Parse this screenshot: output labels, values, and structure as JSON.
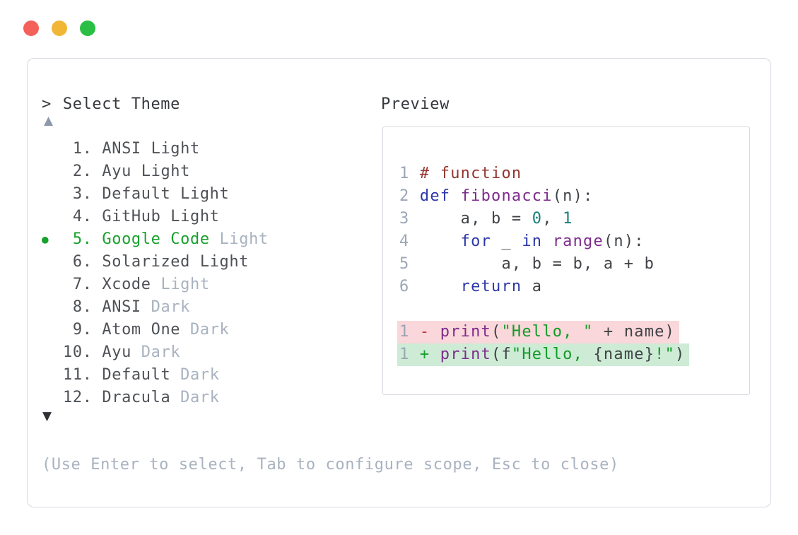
{
  "window": {
    "controls": [
      {
        "name": "close",
        "color": "#f4615a"
      },
      {
        "name": "minimize",
        "color": "#f2b636"
      },
      {
        "name": "zoom",
        "color": "#2abf44"
      }
    ]
  },
  "theme_selector": {
    "prompt_symbol": ">",
    "prompt_label": "Select Theme",
    "scroll_up_symbol": "▲",
    "scroll_down_symbol": "▼",
    "items": [
      {
        "number": "1",
        "name": "ANSI Light",
        "suffix": "",
        "selected": false
      },
      {
        "number": "2",
        "name": "Ayu Light",
        "suffix": "",
        "selected": false
      },
      {
        "number": "3",
        "name": "Default Light",
        "suffix": "",
        "selected": false
      },
      {
        "number": "4",
        "name": "GitHub Light",
        "suffix": "",
        "selected": false
      },
      {
        "number": "5",
        "name": "Google Code",
        "suffix": "Light",
        "selected": true
      },
      {
        "number": "6",
        "name": "Solarized Light",
        "suffix": "",
        "selected": false
      },
      {
        "number": "7",
        "name": "Xcode",
        "suffix": "Light",
        "selected": false
      },
      {
        "number": "8",
        "name": "ANSI",
        "suffix": "Dark",
        "selected": false
      },
      {
        "number": "9",
        "name": "Atom One",
        "suffix": "Dark",
        "selected": false
      },
      {
        "number": "10",
        "name": "Ayu",
        "suffix": "Dark",
        "selected": false
      },
      {
        "number": "11",
        "name": "Default",
        "suffix": "Dark",
        "selected": false
      },
      {
        "number": "12",
        "name": "Dracula",
        "suffix": "Dark",
        "selected": false
      }
    ],
    "selected_indicator": "●",
    "hint": "(Use Enter to select, Tab to configure scope, Esc to close)"
  },
  "preview": {
    "label": "Preview",
    "code_lines": [
      {
        "num": "1",
        "diff": "",
        "tokens": [
          [
            "comment",
            "# function"
          ]
        ]
      },
      {
        "num": "2",
        "diff": "",
        "tokens": [
          [
            "keyword",
            "def"
          ],
          [
            "plain",
            " "
          ],
          [
            "function",
            "fibonacci"
          ],
          [
            "plain",
            "(n):"
          ]
        ]
      },
      {
        "num": "3",
        "diff": "",
        "tokens": [
          [
            "plain",
            "    a, b = "
          ],
          [
            "number",
            "0"
          ],
          [
            "plain",
            ", "
          ],
          [
            "number",
            "1"
          ]
        ]
      },
      {
        "num": "4",
        "diff": "",
        "tokens": [
          [
            "plain",
            "    "
          ],
          [
            "keyword",
            "for"
          ],
          [
            "plain",
            " _ "
          ],
          [
            "keyword",
            "in"
          ],
          [
            "plain",
            " "
          ],
          [
            "function",
            "range"
          ],
          [
            "plain",
            "(n):"
          ]
        ]
      },
      {
        "num": "5",
        "diff": "",
        "tokens": [
          [
            "plain",
            "        a, b = b, a + b"
          ]
        ]
      },
      {
        "num": "6",
        "diff": "",
        "tokens": [
          [
            "plain",
            "    "
          ],
          [
            "keyword",
            "return"
          ],
          [
            "plain",
            " a"
          ]
        ]
      },
      {
        "num": "",
        "diff": "",
        "tokens": []
      },
      {
        "num": "1",
        "diff": "removed",
        "tokens": [
          [
            "diff-minus",
            "- "
          ],
          [
            "function",
            "print"
          ],
          [
            "plain",
            "("
          ],
          [
            "string",
            "\"Hello, \""
          ],
          [
            "plain",
            " + name)"
          ]
        ]
      },
      {
        "num": "1",
        "diff": "added",
        "tokens": [
          [
            "diff-plus",
            "+ "
          ],
          [
            "function",
            "print"
          ],
          [
            "plain",
            "(f"
          ],
          [
            "string",
            "\"Hello, "
          ],
          [
            "plain",
            "{name}"
          ],
          [
            "string",
            "!\""
          ],
          [
            "plain",
            ")"
          ]
        ]
      }
    ]
  },
  "colors": {
    "border": "#d5d9e0",
    "text_dark": "#34373c",
    "list_text": "#4e5156",
    "muted": "#a9b2c0",
    "green": "#18a12d",
    "scroll_up": "#8d99ab",
    "scroll_down": "#2e3135",
    "line_number": "#9ba6b6",
    "comment": "#953531",
    "keyword": "#2c38a8",
    "function": "#7e2b8d",
    "number": "#17807a",
    "string": "#129b26",
    "code_plain": "#3f4246",
    "diff_minus": "#c3333e",
    "diff_plus": "#18a12d",
    "diff_removed_bg": "#f9d7da",
    "diff_added_bg": "#cdebd5"
  }
}
